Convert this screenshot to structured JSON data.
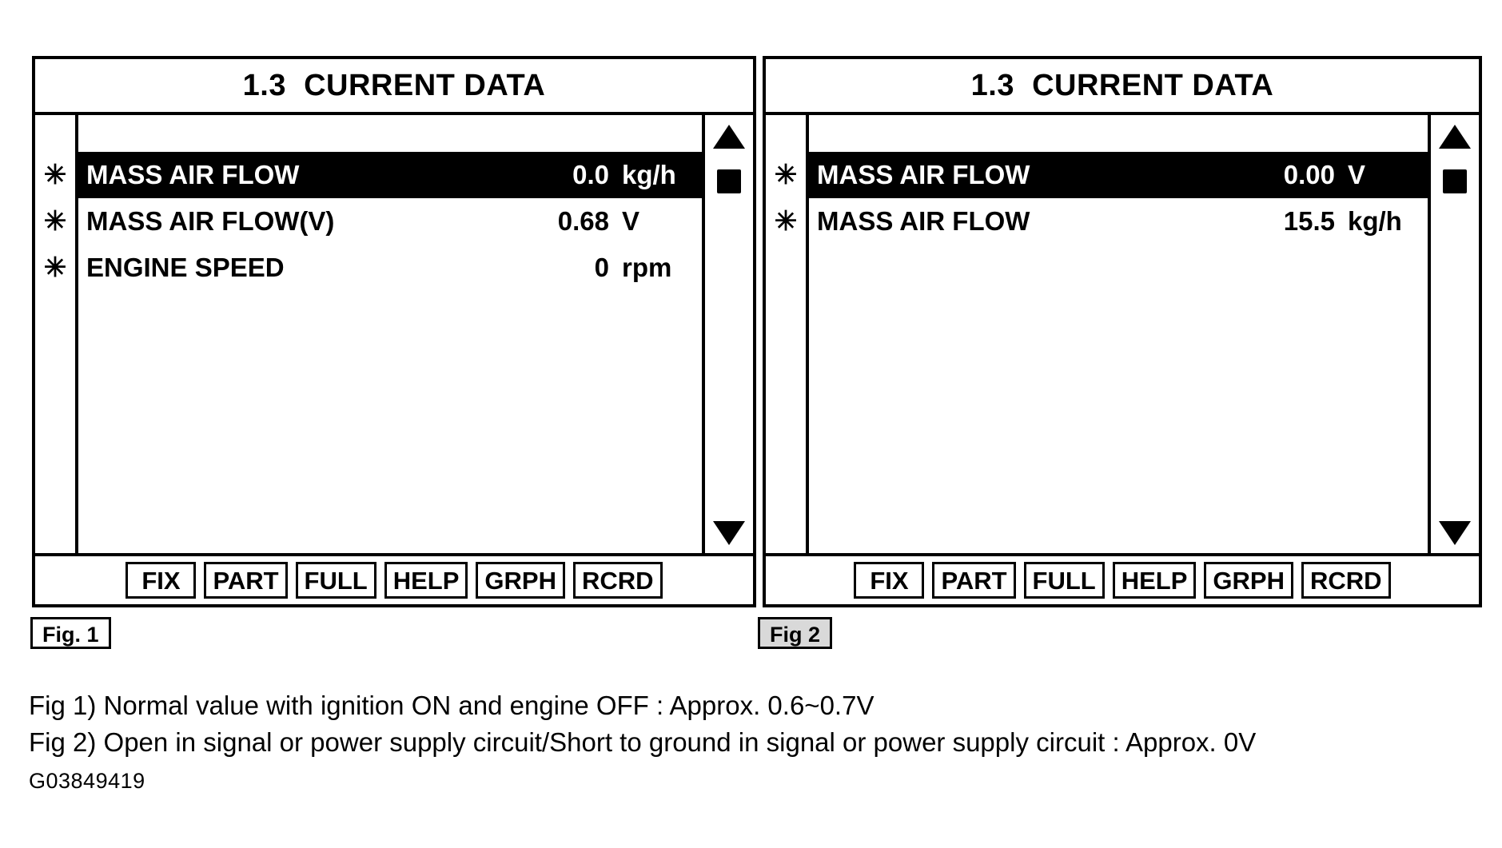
{
  "figure": {
    "image_id": "G03849419"
  },
  "panels": [
    {
      "id": "fig1",
      "title": "1.3  CURRENT DATA",
      "fig_tag": "Fig. 1",
      "rows": [
        {
          "marker": "✳",
          "label": "MASS AIR FLOW",
          "value": "0.0",
          "unit": "kg/h",
          "selected": true
        },
        {
          "marker": "✳",
          "label": "MASS AIR FLOW(V)",
          "value": "0.68",
          "unit": "V",
          "selected": false
        },
        {
          "marker": "✳",
          "label": "ENGINE SPEED",
          "value": "0",
          "unit": "rpm",
          "selected": false
        }
      ],
      "scrollbar": {
        "up_arrow": "scroll-up-arrow",
        "thumb": "scroll-thumb",
        "down_arrow": "scroll-down-arrow"
      },
      "buttons": [
        "FIX",
        "PART",
        "FULL",
        "HELP",
        "GRPH",
        "RCRD"
      ]
    },
    {
      "id": "fig2",
      "title": "1.3  CURRENT DATA",
      "fig_tag": "Fig 2",
      "rows": [
        {
          "marker": "✳",
          "label": "MASS AIR FLOW",
          "value": "0.00",
          "unit": "V",
          "selected": true
        },
        {
          "marker": "✳",
          "label": "MASS AIR FLOW",
          "value": "15.5",
          "unit": "kg/h",
          "selected": false
        }
      ],
      "scrollbar": {
        "up_arrow": "scroll-up-arrow",
        "thumb": "scroll-thumb",
        "down_arrow": "scroll-down-arrow"
      },
      "buttons": [
        "FIX",
        "PART",
        "FULL",
        "HELP",
        "GRPH",
        "RCRD"
      ]
    }
  ],
  "captions": [
    "Fig 1) Normal value with ignition ON and engine OFF : Approx. 0.6~0.7V",
    "Fig 2) Open in signal or power supply circuit/Short to ground in signal or power supply circuit : Approx. 0V"
  ]
}
